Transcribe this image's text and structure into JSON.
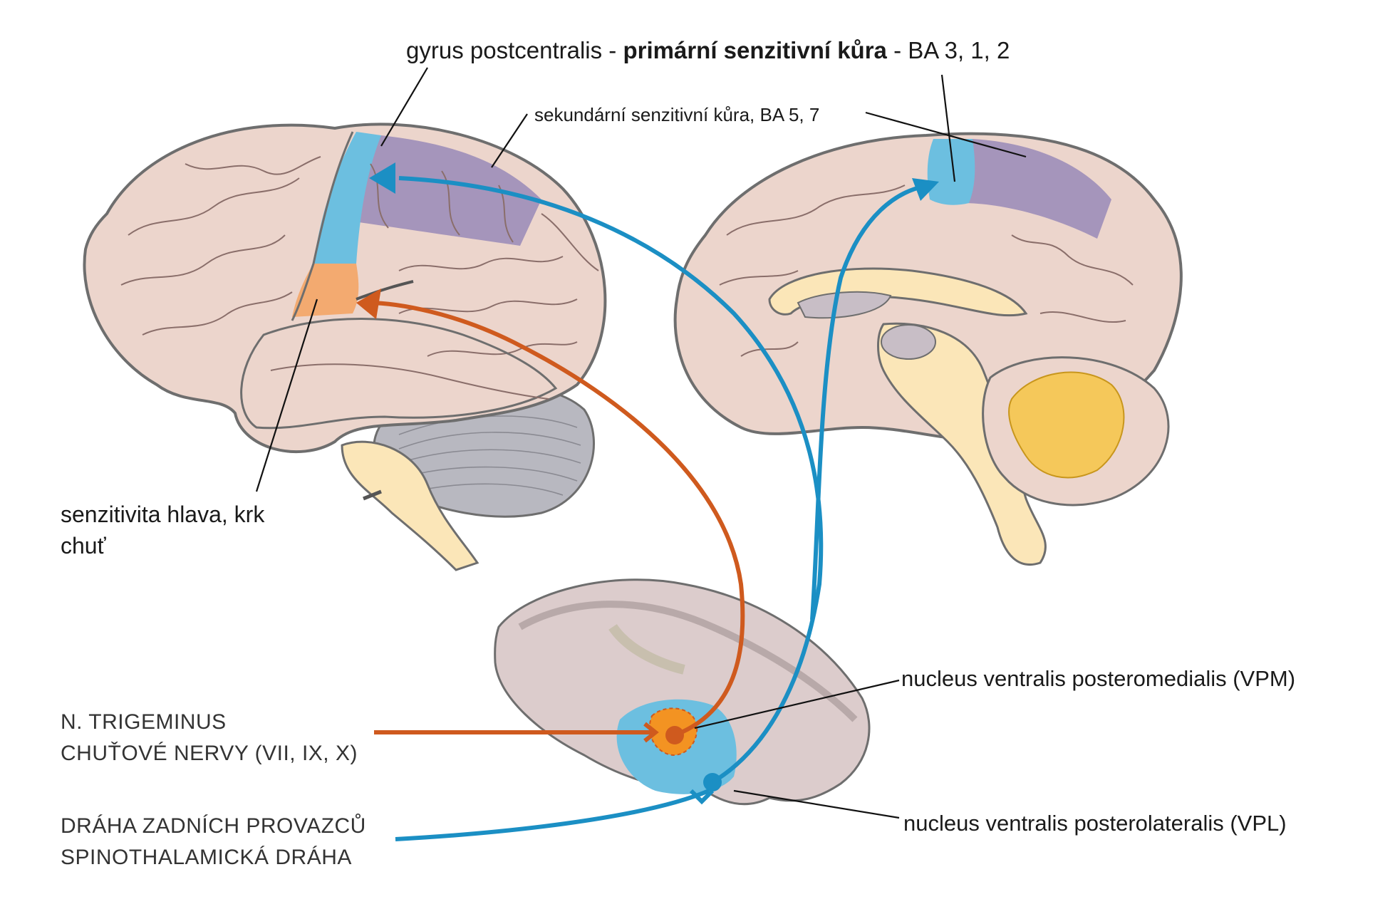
{
  "labels": {
    "postcentral_prefix": "gyrus postcentralis - ",
    "postcentral_bold": "primární senzitivní kůra",
    "postcentral_suffix": " - BA 3, 1, 2",
    "secondary_cortex": "sekundární senzitivní kůra, BA 5, 7",
    "head_line1": "senzitivita hlava, krk",
    "head_line2": "chuť",
    "vpm": "nucleus ventralis posteromedialis (VPM)",
    "vpl": "nucleus ventralis posterolateralis (VPL)",
    "trigeminus_line1": "N. TRIGEMINUS",
    "trigeminus_line2": "CHUŤOVÉ NERVY (VII, IX, X)",
    "pathway_line1": "DRÁHA ZADNÍCH PROVAZCŮ",
    "pathway_line2": "SPINOTHALAMICKÁ DRÁHA"
  },
  "colors": {
    "cortex": "#ecd5cc",
    "outline": "#6e6e6e",
    "primary_area": "#6cbfe0",
    "secondary_area": "#a595bb",
    "head_area": "#f3aa70",
    "sensory_path": "#1b8fc4",
    "trigeminal_path": "#cf5a1e",
    "thalamus": "#dccccc",
    "nucleus_vpm": "#f39322",
    "midline_structures": "#fbe6b8",
    "cerebellum": "#b8b8c0"
  }
}
